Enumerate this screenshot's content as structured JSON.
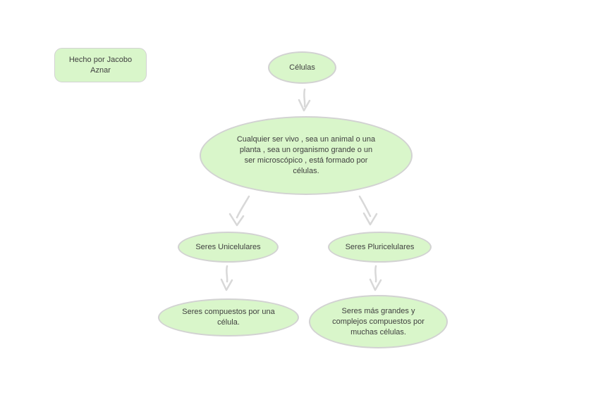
{
  "colors": {
    "background": "#ffffff",
    "node_fill": "#d9f6ca",
    "node_border": "#d2d2d2",
    "arrow": "#d8d8d8",
    "text": "#3f3f3f"
  },
  "credit": {
    "label": "Hecho por Jacobo Aznar"
  },
  "nodes": {
    "celulas": {
      "label": "Células"
    },
    "definition": {
      "label": "Cualquier ser vivo , sea un animal o una\nplanta , sea un organismo grande o un\nser microscópico , está formado por\ncélulas."
    },
    "unicelulares": {
      "label": "Seres Unicelulares"
    },
    "pluricelulares": {
      "label": "Seres Pluricelulares"
    },
    "unicelulares_desc": {
      "label": "Seres compuestos por una\ncélula."
    },
    "pluricelulares_desc": {
      "label": "Seres más grandes y\ncomplejos compuestos por\nmuchas células."
    }
  },
  "connections": [
    {
      "from": "celulas",
      "to": "definition"
    },
    {
      "from": "definition",
      "to": "unicelulares"
    },
    {
      "from": "definition",
      "to": "pluricelulares"
    },
    {
      "from": "unicelulares",
      "to": "unicelulares_desc"
    },
    {
      "from": "pluricelulares",
      "to": "pluricelulares_desc"
    }
  ]
}
